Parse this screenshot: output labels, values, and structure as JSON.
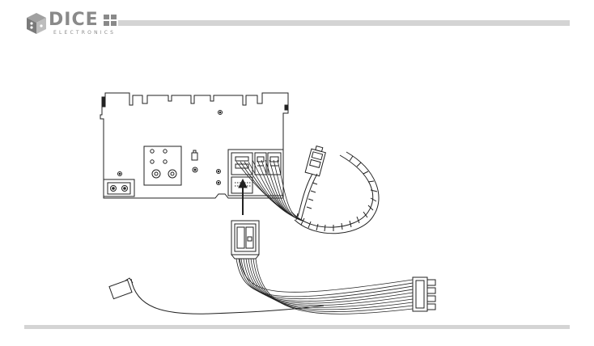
{
  "brand": {
    "name": "DICE",
    "subtitle": "ELECTRONICS",
    "logo_color": "#8a8a8a",
    "bar_color": "#d4d4d4"
  },
  "diagram": {
    "components": [
      "head-unit-rear-panel",
      "quadlock-connector",
      "harness-connector",
      "cable-bundle",
      "wire-harness",
      "power-plug",
      "antenna-cable"
    ]
  }
}
